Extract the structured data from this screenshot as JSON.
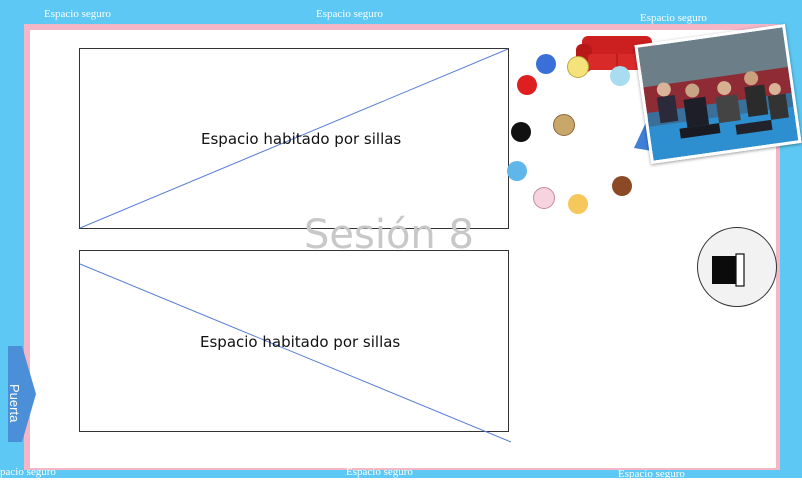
{
  "safe_labels": {
    "top_left": "Espacio seguro",
    "top_center": "Espacio seguro",
    "top_right": "Espacio seguro",
    "bottom_left": "pacio seguro",
    "bottom_center": "Espacio seguro",
    "bottom_right": "Espacio seguro"
  },
  "zones": {
    "top_label": "Espacio habitado por sillas",
    "bottom_label": "Espacio habitado por sillas"
  },
  "session_title": "Sesión 8",
  "door_label": "Puerta",
  "colors": {
    "safe_band": "#5cc8f3",
    "pink_frame": "#f3b7c8",
    "diagonal": "#5b7fd6",
    "sofa": "#cc1f1f"
  },
  "icons": [
    "sofa-icon",
    "photo-group",
    "clock-icon",
    "door-arrow-icon",
    "smiley-icon"
  ]
}
